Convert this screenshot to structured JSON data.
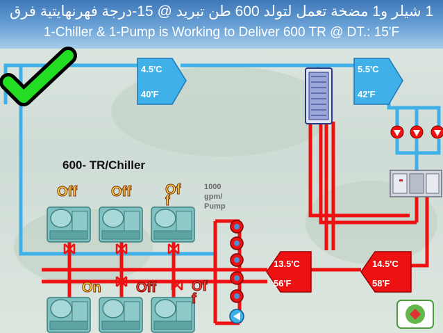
{
  "header": {
    "title_arabic": "1 شيلر و1 مضخة تعمل لتولد 600 طن تبريد @ 15-درجة فهرنهايتية فرق",
    "title_english": "1-Chiller & 1-Pump is Working to Deliver 600 TR @ DT.: 15'F"
  },
  "temps": {
    "supply_left_c": "4.5'C",
    "supply_left_f": "40'F",
    "supply_right_c": "5.5'C",
    "supply_right_f": "42'F",
    "return_left_c": "13.5'C",
    "return_left_f": "56'F",
    "return_right_c": "14.5'C",
    "return_right_f": "58'F"
  },
  "labels": {
    "chiller_capacity": "600- TR/Chiller",
    "pump_flow": "1000\ngpm/\nPump"
  },
  "chiller_status": {
    "top": [
      "Off",
      "Off",
      "Of\nf"
    ],
    "bottom": [
      "On",
      "Off",
      "Of\nf"
    ]
  },
  "colors": {
    "chilled_water": "#3fb0e8",
    "return_water": "#ee1111",
    "status_on": "#ffd24a",
    "status_off": "#ff4a3a",
    "check": "#22dd22"
  },
  "icons": {
    "check": "check-mark-icon",
    "chiller": "chiller-unit-icon",
    "pump": "pump-icon",
    "heat_exchanger": "plate-heat-exchanger-icon",
    "ahu": "air-handling-unit-icon",
    "valve": "butterfly-valve-icon",
    "logo": "logo-badge-icon"
  }
}
